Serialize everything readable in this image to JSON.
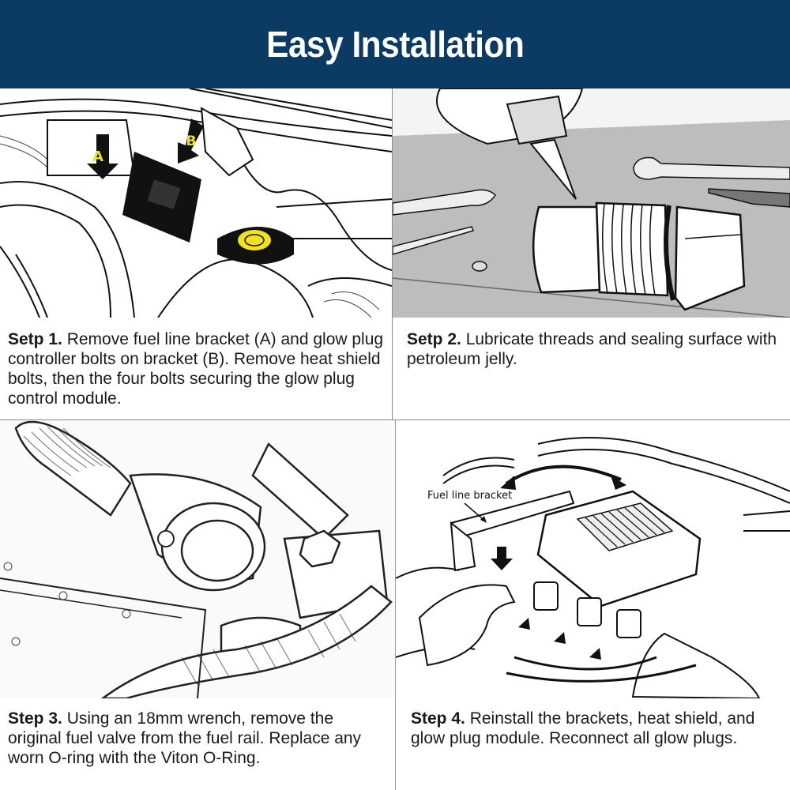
{
  "header": {
    "title": "Easy Installation",
    "background_color": "#0b3a63",
    "text_color": "#ffffff"
  },
  "steps": [
    {
      "label": "Setp 1.",
      "text": "Remove fuel line bracket (A) and glow plug controller bolts on bracket (B). Remove heat shield bolts, then the four bolts securing the glow plug control module.",
      "illustration": {
        "description": "engine bay line drawing with glow plug control module",
        "callouts": [
          "A",
          "B"
        ],
        "callout_color": "#f2e21a",
        "cap_color": "#f2e21a"
      }
    },
    {
      "label": "Setp 2.",
      "text": "Lubricate threads and sealing surface with petroleum jelly.",
      "illustration": {
        "description": "lubricant bottle applying to threaded fuel valve on workbench with wrenches"
      }
    },
    {
      "label": "Step 3.",
      "text": "Using an 18mm wrench, remove the original fuel valve from the fuel rail. Replace any worn O-ring with the Viton O-Ring.",
      "illustration": {
        "description": "pencil sketch of fuel rail port with hoses and bolt"
      }
    },
    {
      "label": "Step 4.",
      "text": "Reinstall the brackets, heat shield, and glow plug module. Reconnect all glow plugs.",
      "illustration": {
        "description": "line drawing of glow plug module reinstall with connectors",
        "annotation": "Fuel line bracket"
      }
    }
  ]
}
